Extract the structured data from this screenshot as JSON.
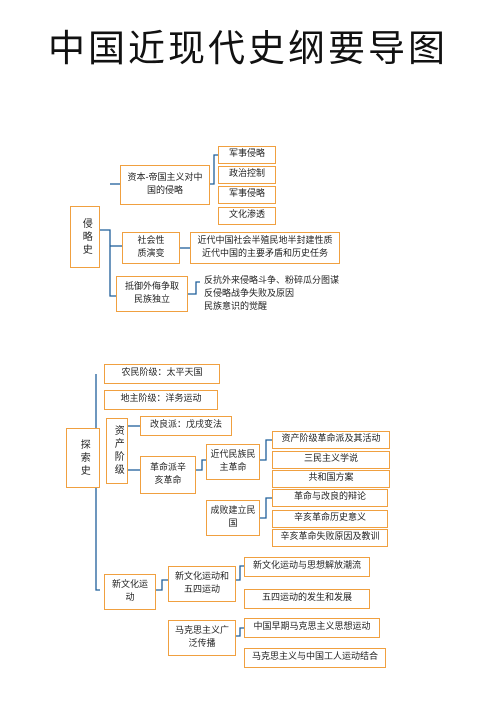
{
  "title": "中国近现代史纲要导图",
  "aggression": {
    "root": "侵略史",
    "imperialism": "资本-帝国主义对中国的侵略",
    "imperialism_items": [
      "军事侵略",
      "政治控制",
      "军事侵略",
      "文化渗透"
    ],
    "society": "社会性质演变",
    "society_items": [
      "近代中国社会半殖民地半封建性质",
      "近代中国的主要矛盾和历史任务"
    ],
    "resistance": "抵御外侮争取民族独立",
    "resistance_items": [
      "反抗外来侵略斗争、粉碎瓜分图谋",
      "反侵略战争失败及原因",
      "民族意识的觉醒"
    ]
  },
  "exploration": {
    "root": "探索史",
    "peasant": "农民阶级：太平天国",
    "landlord": "地主阶级：洋务运动",
    "bourgeois": "资产阶级",
    "reformist": "改良派：戊戌变法",
    "revolutionary": "革命派辛亥革命",
    "revolution_party": "近代民族民主革命",
    "revolution_party_items": [
      "资产阶级革命派及其活动",
      "三民主义学说",
      "共和国方案"
    ],
    "success_failure": "成败建立民国",
    "success_failure_items": [
      "革命与改良的辩论",
      "辛亥革命历史意义",
      "辛亥革命失败原因及教训"
    ],
    "new_culture": "新文化运动",
    "new_culture_may4": "新文化运动和五四运动",
    "new_culture_may4_items": [
      "新文化运动与思想解放潮流",
      "五四运动的发生和发展"
    ],
    "marxism": "马克思主义广泛传播",
    "marxism_items": [
      "中国早期马克思主义思想运动",
      "马克思主义与中国工人运动结合"
    ]
  }
}
